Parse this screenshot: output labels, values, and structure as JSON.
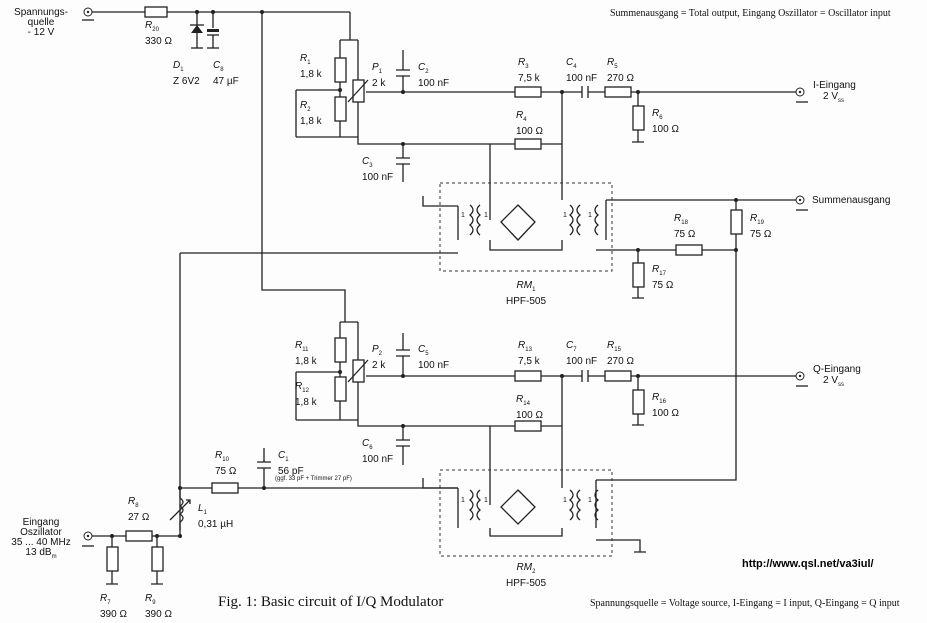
{
  "header_note": "Summenausgang = Total output,  Eingang Oszillator = Oscillator input",
  "footer_note": "Spannungsquelle = Voltage source, I-Eingang = I input, Q-Eingang = Q input",
  "caption": "Fig. 1: Basic circuit of I/Q Modulator",
  "url": "http://www.qsl.net/va3iul/",
  "ports": {
    "supply": [
      "Spannungs-",
      "quelle",
      "- 12 V"
    ],
    "i_input": [
      "I-Eingang",
      "2 V",
      "ss"
    ],
    "sum_output": "Summenausgang",
    "q_input": [
      "Q-Eingang",
      "2 V",
      "ss"
    ],
    "osc_input": [
      "Eingang",
      "Oszillator",
      "35 ... 40 MHz",
      "13 dB",
      "m"
    ]
  },
  "components": {
    "R20": {
      "ref": "R",
      "sub": "20",
      "value": "330 Ω"
    },
    "D1": {
      "ref": "D",
      "sub": "1",
      "value": "Z 6V2"
    },
    "C8": {
      "ref": "C",
      "sub": "8",
      "value": "47 µF"
    },
    "R1": {
      "ref": "R",
      "sub": "1",
      "value": "1,8 k"
    },
    "R2": {
      "ref": "R",
      "sub": "2",
      "value": "1,8 k"
    },
    "P1": {
      "ref": "P",
      "sub": "1",
      "value": "2 k"
    },
    "C2": {
      "ref": "C",
      "sub": "2",
      "value": "100 nF"
    },
    "R3": {
      "ref": "R",
      "sub": "3",
      "value": "7,5 k"
    },
    "C4": {
      "ref": "C",
      "sub": "4",
      "value": "100 nF"
    },
    "R5": {
      "ref": "R",
      "sub": "5",
      "value": "270 Ω"
    },
    "R6": {
      "ref": "R",
      "sub": "6",
      "value": "100 Ω"
    },
    "R4": {
      "ref": "R",
      "sub": "4",
      "value": "100 Ω"
    },
    "C3": {
      "ref": "C",
      "sub": "3",
      "value": "100 nF"
    },
    "R18": {
      "ref": "R",
      "sub": "18",
      "value": "75 Ω"
    },
    "R19": {
      "ref": "R",
      "sub": "19",
      "value": "75 Ω"
    },
    "R17": {
      "ref": "R",
      "sub": "17",
      "value": "75 Ω"
    },
    "RM1": {
      "ref": "RM",
      "sub": "1",
      "value": "HPF-505"
    },
    "R11": {
      "ref": "R",
      "sub": "11",
      "value": "1,8 k"
    },
    "R12": {
      "ref": "R",
      "sub": "12",
      "value": "1,8 k"
    },
    "P2": {
      "ref": "P",
      "sub": "2",
      "value": "2 k"
    },
    "C5": {
      "ref": "C",
      "sub": "5",
      "value": "100 nF"
    },
    "R13": {
      "ref": "R",
      "sub": "13",
      "value": "7,5 k"
    },
    "C7": {
      "ref": "C",
      "sub": "7",
      "value": "100 nF"
    },
    "R15": {
      "ref": "R",
      "sub": "15",
      "value": "270 Ω"
    },
    "R16": {
      "ref": "R",
      "sub": "16",
      "value": "100 Ω"
    },
    "R14": {
      "ref": "R",
      "sub": "14",
      "value": "100 Ω"
    },
    "C6": {
      "ref": "C",
      "sub": "6",
      "value": "100 nF"
    },
    "R10": {
      "ref": "R",
      "sub": "10",
      "value": "75 Ω"
    },
    "C1": {
      "ref": "C",
      "sub": "1",
      "value": "56 pF",
      "note": "(ggf. 33 pF + Trimmer 27 pF)"
    },
    "R8": {
      "ref": "R",
      "sub": "8",
      "value": "27 Ω"
    },
    "L1": {
      "ref": "L",
      "sub": "1",
      "value": "0,31 µH"
    },
    "R7": {
      "ref": "R",
      "sub": "7",
      "value": "390 Ω"
    },
    "R9": {
      "ref": "R",
      "sub": "9",
      "value": "390 Ω"
    },
    "RM2": {
      "ref": "RM",
      "sub": "2",
      "value": "HPF-505"
    }
  },
  "transformer_marks": "1"
}
